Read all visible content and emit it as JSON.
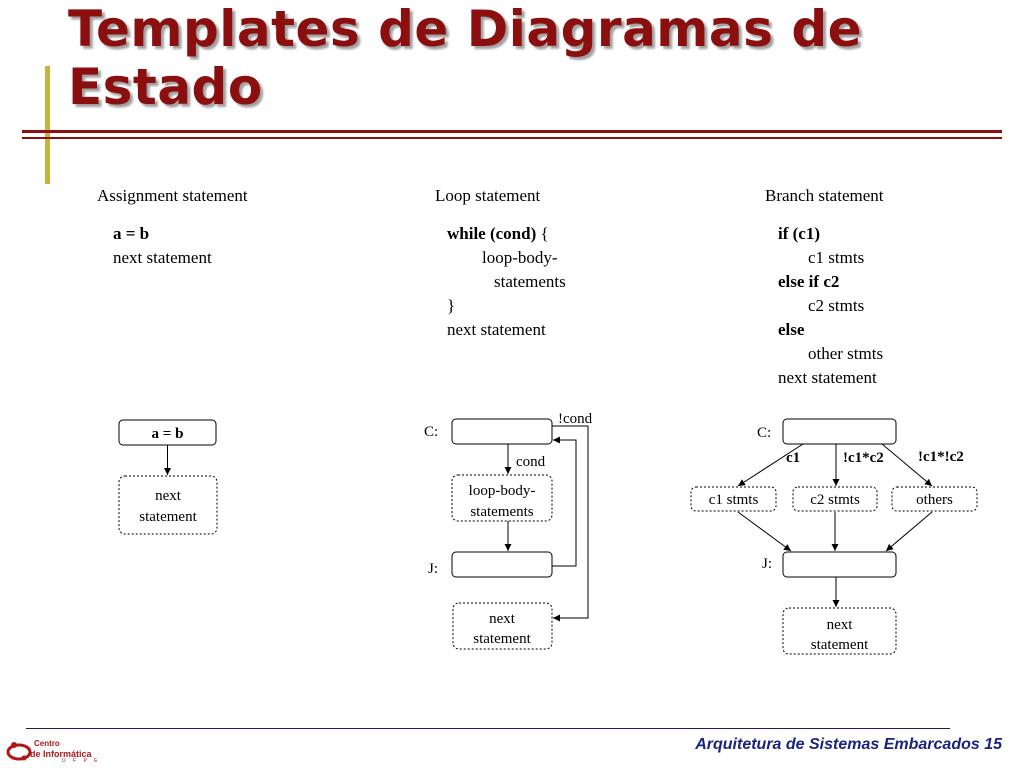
{
  "slide": {
    "title": "Templates de Diagramas de Estado",
    "footer": "Arquitetura de Sistemas Embarcados 15",
    "logo": {
      "line1": "Centro",
      "line2": "de Informática",
      "line3": "U F P E"
    }
  },
  "columns": {
    "assignment": {
      "heading": "Assignment statement",
      "code": [
        "a = b",
        "next statement"
      ]
    },
    "loop": {
      "heading": "Loop statement",
      "code_line1_bold": "while (cond)",
      "code_line1_rest": " {",
      "code": [
        "loop-body-",
        "statements",
        "}",
        "next statement"
      ]
    },
    "branch": {
      "heading": "Branch statement",
      "code": [
        "if (c1)",
        "c1 stmts",
        "else if c2",
        "c2 stmts",
        "else",
        "other stmts",
        "next statement"
      ]
    }
  },
  "diagrams": {
    "assignment": {
      "state": "a = b",
      "next_line1": "next",
      "next_line2": "statement"
    },
    "loop": {
      "label_c": "C:",
      "label_j": "J:",
      "edge_notcond": "!cond",
      "edge_cond": "cond",
      "body_line1": "loop-body-",
      "body_line2": "statements",
      "next_line1": "next",
      "next_line2": "statement"
    },
    "branch": {
      "label_c": "C:",
      "label_j": "J:",
      "edge_c1": "c1",
      "edge_c2": "!c1*c2",
      "edge_other": "!c1*!c2",
      "box_c1": "c1 stmts",
      "box_c2": "c2 stmts",
      "box_other": "others",
      "next_line1": "next",
      "next_line2": "statement"
    }
  }
}
